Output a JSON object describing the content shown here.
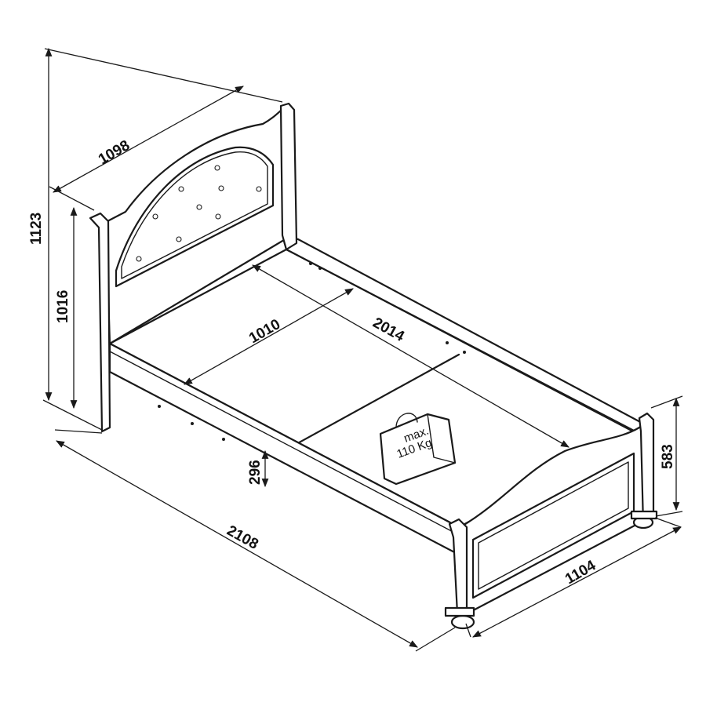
{
  "dimensions": {
    "headboard_width": "1098",
    "total_height": "1123",
    "headboard_side_height": "1016",
    "inner_width": "1010",
    "inner_length": "2014",
    "frame_height": "296",
    "total_length": "2108",
    "total_width": "1104",
    "footboard_height": "583"
  },
  "weight_label": {
    "line1": "max.",
    "line2": "110 Kg"
  }
}
